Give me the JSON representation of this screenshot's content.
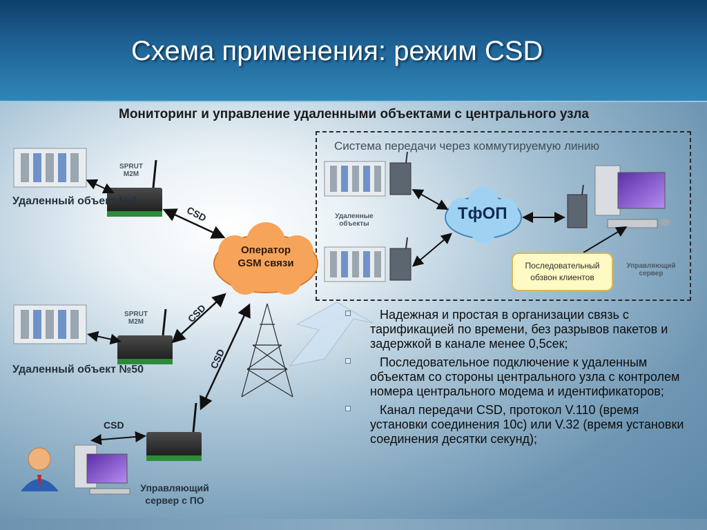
{
  "title": "Схема применения: режим CSD",
  "subtitle": "Мониторинг и управление удаленными объектами с центрального узла",
  "pstn_box": {
    "title": "Система передачи через коммутируемую линию",
    "cloud": "ТфОП",
    "remote_objects_label": "Удаленные объекты",
    "server_label": "Управляющий сервер",
    "callout": "Последовательный обзвон клиентов"
  },
  "left": {
    "remote1_label": "Удаленный объект №1",
    "remote50_label": "Удаленный объект №50",
    "modem_label": "SPRUT M2M",
    "server_label": "Управляющий сервер с ПО",
    "csd": "CSD",
    "gsm_cloud": "Оператор GSM связи"
  },
  "bullets": [
    "Надежная и простая в организации связь с тарификацией по времени, без разрывов пакетов и задержкой в канале менее 0,5сек;",
    "Последовательное подключение к удаленным объектам со стороны центрального узла с контролем номера центрального модема и идентификаторов;",
    "Канал передачи CSD, протокол V.110 (время установки соединения 10с) или V.32 (время установки соединения десятки секунд);"
  ],
  "colors": {
    "header": "#1f6396",
    "gsm_cloud": "#f6a45a",
    "pstn_cloud": "#9fd2f2",
    "callout": "#fff9c4"
  }
}
